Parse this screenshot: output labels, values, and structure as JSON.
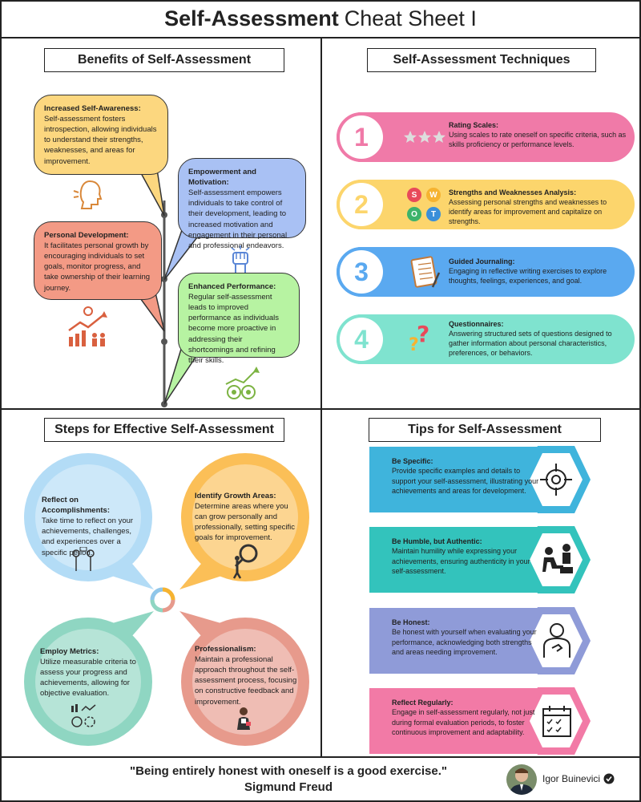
{
  "title": {
    "bold": "Self-Assessment",
    "rest": "Cheat Sheet I"
  },
  "benefits": {
    "heading": "Benefits of Self-Assessment",
    "items": [
      {
        "title": "Increased Self-Awareness:",
        "text": "Self-assessment fosters introspection, allowing individuals to understand their strengths, weaknesses, and areas for improvement.",
        "color": "#fcd77f"
      },
      {
        "title": "Empowerment and Motivation:",
        "text": "Self-assessment empowers individuals to take control of their development, leading to increased motivation and engagement in their personal and professional endeavors.",
        "color": "#a9c1f4"
      },
      {
        "title": "Personal Development:",
        "text": "It facilitates personal growth by encouraging individuals to set goals, monitor progress, and take ownership of their learning journey.",
        "color": "#f39a85"
      },
      {
        "title": "Enhanced Performance:",
        "text": "Regular self-assessment leads to improved performance as individuals become more proactive in addressing their shortcomings and refining their skills.",
        "color": "#b7f3a2"
      }
    ]
  },
  "techniques": {
    "heading": "Self-Assessment Techniques",
    "items": [
      {
        "num": "1",
        "title": "Rating Scales:",
        "text": "Using scales to rate oneself on specific criteria, such as skills proficiency or performance levels.",
        "color": "#f07aa8"
      },
      {
        "num": "2",
        "title": "Strengths and Weaknesses Analysis:",
        "text": "Assessing personal strengths and weaknesses to identify areas for improvement and capitalize on strengths.",
        "color": "#fcd56c"
      },
      {
        "num": "3",
        "title": "Guided Journaling:",
        "text": "Engaging in reflective writing exercises to explore thoughts, feelings, experiences, and goal.",
        "color": "#5aa9f0"
      },
      {
        "num": "4",
        "title": "Questionnaires:",
        "text": "Answering structured sets of questions designed to gather information about personal characteristics, preferences, or behaviors.",
        "color": "#7fe3cf"
      }
    ],
    "swot": [
      "S",
      "W",
      "O",
      "T"
    ]
  },
  "steps": {
    "heading": "Steps for Effective Self-Assessment",
    "items": [
      {
        "title": "Reflect on Accomplishments:",
        "text": "Take time to reflect on your achievements, challenges, and experiences over a specific period.",
        "color": "#b3dcf6"
      },
      {
        "title": "Identify Growth Areas:",
        "text": "Determine areas where you can grow personally and professionally, setting specific goals for improvement.",
        "color": "#fbbf57"
      },
      {
        "title": "Employ Metrics:",
        "text": "Utilize measurable criteria to assess your progress and achievements, allowing for objective evaluation.",
        "color": "#8fd6c2"
      },
      {
        "title": "Professionalism:",
        "text": "Maintain a professional approach throughout the self-assessment process, focusing on constructive feedback and improvement.",
        "color": "#e79a8c"
      }
    ]
  },
  "tips": {
    "heading": "Tips for Self-Assessment",
    "items": [
      {
        "title": "Be Specific:",
        "text": "Provide specific examples and details to support your self-assessment, illustrating your achievements and areas for development.",
        "color": "#3fb4dc"
      },
      {
        "title": "Be Humble, but Authentic:",
        "text": "Maintain humility while expressing your achievements, ensuring authenticity in your self-assessment.",
        "color": "#33c3bc"
      },
      {
        "title": "Be Honest:",
        "text": "Be honest with yourself when evaluating your performance, acknowledging both strengths and areas needing improvement.",
        "color": "#8f9bd8"
      },
      {
        "title": "Reflect Regularly:",
        "text": "Engage in self-assessment regularly, not just during formal evaluation periods, to foster continuous improvement and adaptability.",
        "color": "#f27aa6"
      }
    ]
  },
  "footer": {
    "quote": "\"Being entirely honest with oneself is a good exercise.\"",
    "quote_author": "Sigmund Freud",
    "author_name": "Igor Buinevici"
  }
}
